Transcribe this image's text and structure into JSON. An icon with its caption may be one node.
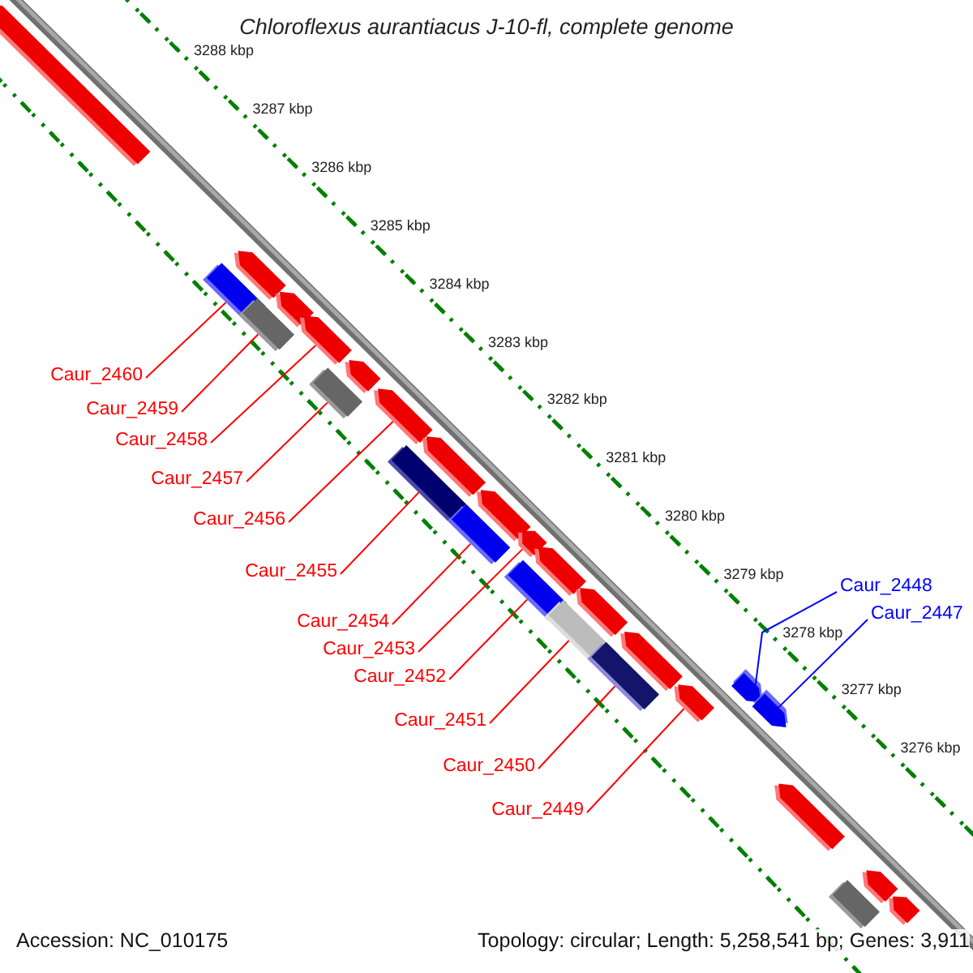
{
  "diagram": {
    "title": "Chloroflexus aurantiacus J-10-fl, complete genome",
    "nodes": [
      {
        "text": [
          "Caur_2460"
        ]
      },
      {
        "text": [
          "Caur_2459"
        ]
      },
      {
        "text": [
          "Caur_2458"
        ]
      },
      {
        "text": [
          "Caur_2457"
        ]
      },
      {
        "text": [
          "Caur_2456"
        ]
      },
      {
        "text": [
          "Caur_2455"
        ]
      },
      {
        "text": [
          "Caur_2454"
        ]
      },
      {
        "text": [
          "Caur_2453"
        ]
      },
      {
        "text": [
          "Caur_2452"
        ]
      },
      {
        "text": [
          "Caur_2451"
        ]
      },
      {
        "text": [
          "Caur_2450"
        ]
      },
      {
        "text": [
          "Caur_2449"
        ]
      },
      {
        "text": [
          "Caur_2448"
        ]
      },
      {
        "text": [
          "Caur_2447"
        ]
      },
      {
        "text": [],
        "shape": "pentagon"
      },
      {
        "text": [],
        "shape": "pentagon"
      },
      {
        "text": [],
        "shape": "bar"
      },
      {
        "text": [],
        "shape": "pentagon"
      },
      {
        "text": [],
        "shape": "bar"
      },
      {
        "text": [],
        "shape": "pentagon"
      },
      {
        "text": [],
        "shape": "pentagon"
      },
      {
        "text": [],
        "shape": "bar"
      },
      {
        "text": [],
        "shape": "pentagon"
      },
      {
        "text": [],
        "shape": "pentagon"
      },
      {
        "text": [],
        "shape": "bar"
      },
      {
        "text": [],
        "shape": "pentagon"
      },
      {
        "text": [],
        "shape": "bar"
      },
      {
        "text": [],
        "shape": "pentagon"
      },
      {
        "text": [],
        "shape": "pentagon"
      },
      {
        "text": [],
        "shape": "bar"
      },
      {
        "text": [],
        "shape": "pentagon"
      },
      {
        "text": [],
        "shape": "bar"
      },
      {
        "text": [],
        "shape": "pentagon"
      },
      {
        "text": [],
        "shape": "bar"
      },
      {
        "text": [],
        "shape": "pentagon"
      },
      {
        "text": [],
        "shape": "pentagon"
      },
      {
        "text": [],
        "shape": "pentagon"
      },
      {
        "text": [],
        "shape": "pentagon"
      },
      {
        "text": [],
        "shape": "bar"
      },
      {
        "text": [],
        "shape": "pentagon"
      },
      {
        "text": [],
        "shape": "pentagon"
      }
    ],
    "edges": [
      {
        "from": 0,
        "to": 16,
        "arrow": "none"
      },
      {
        "from": 1,
        "to": 18,
        "arrow": "none"
      },
      {
        "from": 2,
        "to": 19,
        "arrow": "none"
      },
      {
        "from": 3,
        "to": 21,
        "arrow": "none"
      },
      {
        "from": 4,
        "to": 22,
        "arrow": "none"
      },
      {
        "from": 5,
        "to": 24,
        "arrow": "none"
      },
      {
        "from": 6,
        "to": 26,
        "arrow": "none"
      },
      {
        "from": 7,
        "to": 27,
        "arrow": "none"
      },
      {
        "from": 8,
        "to": 29,
        "arrow": "none"
      },
      {
        "from": 9,
        "to": 31,
        "arrow": "none"
      },
      {
        "from": 10,
        "to": 33,
        "arrow": "none"
      },
      {
        "from": 11,
        "to": 34,
        "arrow": "none"
      },
      {
        "from": 12,
        "to": 35,
        "arrow": "none",
        "color": "#0000ff"
      },
      {
        "from": 13,
        "to": 36,
        "arrow": "none",
        "color": "#0000ff"
      }
    ],
    "labels": [
      "3288 kbp",
      "3287 kbp",
      "3286 kbp",
      "3285 kbp",
      "3284 kbp",
      "3283 kbp",
      "3282 kbp",
      "3281 kbp",
      "3280 kbp",
      "3279 kbp",
      "3278 kbp",
      "3277 kbp",
      "3276 kbp",
      "Accession: NC_010175",
      "Topology: circular; Length: 5,258,541 bp; Genes: 3,911"
    ]
  }
}
